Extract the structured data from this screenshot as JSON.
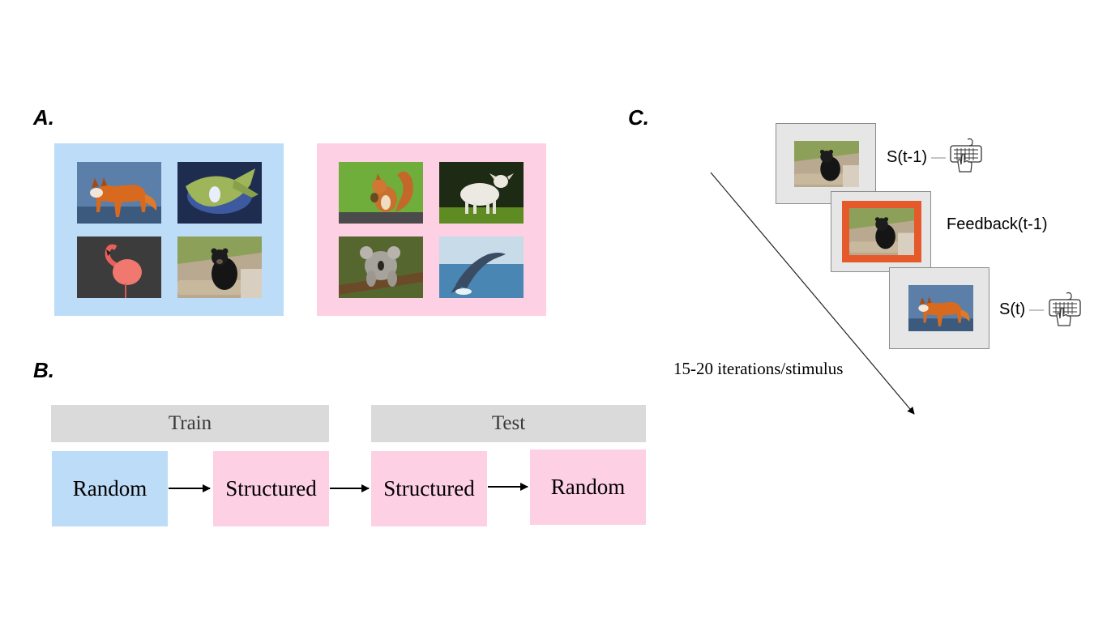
{
  "panels": {
    "a": "A.",
    "b": "B.",
    "c": "C."
  },
  "colors": {
    "blue": "#bcdcf7",
    "pink": "#fdd0e4",
    "header_gray": "#dadada",
    "feedback_orange": "#e5592a",
    "screen_gray": "#e6e6e6"
  },
  "groups": [
    {
      "name": "blue-group",
      "color": "blue",
      "images": [
        "fox",
        "sea-turtle",
        "flamingo",
        "black-bear"
      ]
    },
    {
      "name": "pink-group",
      "color": "pink",
      "images": [
        "squirrel",
        "lamb",
        "koala",
        "dolphin"
      ]
    }
  ],
  "flow": {
    "train_label": "Train",
    "test_label": "Test",
    "steps": [
      {
        "label": "Random",
        "color": "blue"
      },
      {
        "label": "Structured",
        "color": "pink"
      },
      {
        "label": "Structured",
        "color": "pink"
      },
      {
        "label": "Random",
        "color": "pink"
      }
    ]
  },
  "trial": {
    "s_prev": "S(t-1)",
    "feedback": "Feedback(t-1)",
    "s_curr": "S(t)",
    "iterations": "15-20 iterations/stimulus",
    "icons": [
      "keyboard-hand-icon",
      "keyboard-hand-icon"
    ]
  }
}
